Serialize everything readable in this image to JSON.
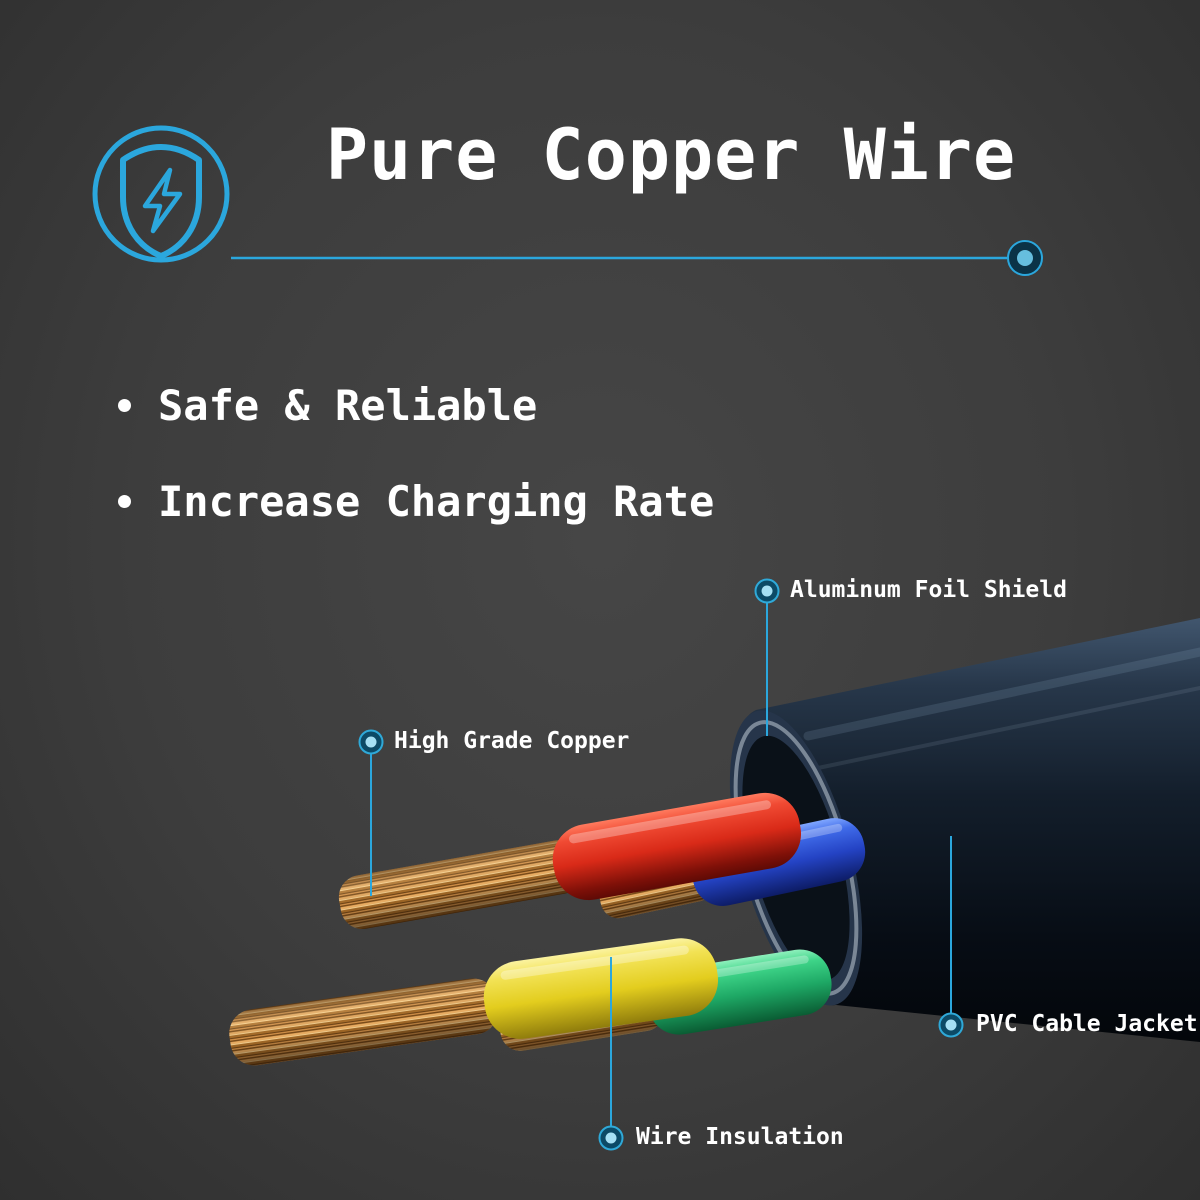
{
  "title": "Pure Copper Wire",
  "features": [
    "Safe & Reliable",
    "Increase Charging Rate"
  ],
  "callouts": {
    "aluminum_foil_shield": "Aluminum Foil Shield",
    "high_grade_copper": "High Grade Copper",
    "pvc_cable_jacket": "PVC Cable Jacket",
    "wire_insulation": "Wire Insulation"
  },
  "icons": {
    "header_icon": "shield-lightning-bolt-icon",
    "callout_marker": "blue-dot-marker"
  },
  "colors": {
    "background": "#3d3d3d",
    "accent_blue": "#2ba7dd",
    "text": "#ffffff",
    "wire_red": "#d92a18",
    "wire_blue": "#2443c4",
    "wire_yellow": "#e3cd1e",
    "wire_green": "#1ea865",
    "copper": "#c08036",
    "cable_jacket": "#131e2b"
  }
}
